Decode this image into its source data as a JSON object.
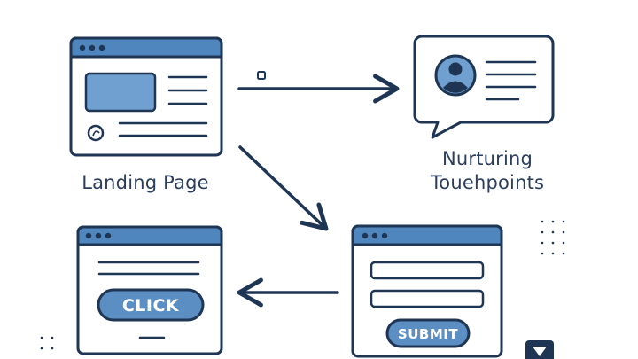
{
  "labels": {
    "landing_page": "Landing Page",
    "nurturing_line1": "Nurturing",
    "nurturing_line2": "Touehpoints"
  },
  "buttons": {
    "click": "CLICK",
    "submit": "SUBMIT"
  },
  "icons": {
    "browser_window": "browser-window-icon",
    "speech_bubble": "speech-bubble-icon",
    "user_avatar": "user-avatar-icon",
    "arrow": "arrow-icon",
    "logo": "heart-badge-icon"
  },
  "colors": {
    "outline": "#1f3554",
    "header_blue": "#4f86bd",
    "fill_blue": "#6fa0cf",
    "button_blue": "#5b8fc3",
    "text": "#2b3e5c"
  }
}
